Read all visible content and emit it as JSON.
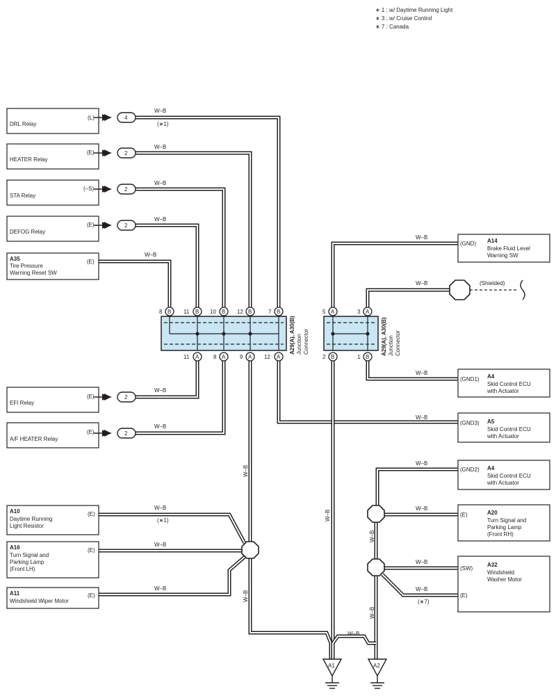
{
  "notes": [
    "∗ 1 : w/ Daytime Running Light",
    "∗ 3 : w/ Cruise Control",
    "∗ 7 : Canada"
  ],
  "wire_label": "W–B",
  "shielded_label": "(Shielded)",
  "note_refs": {
    "n1": "(∗1)",
    "n7": "(∗7)"
  },
  "left_components": [
    {
      "code": "",
      "name": "DRL Relay",
      "terminal": "(L)",
      "pin": "4"
    },
    {
      "code": "",
      "name": "HEATER Relay",
      "terminal": "(E)",
      "pin": "2"
    },
    {
      "code": "",
      "name": "STA Relay",
      "terminal": "(–S)",
      "pin": "2"
    },
    {
      "code": "",
      "name": "DEFOG Relay",
      "terminal": "(E)",
      "pin": "2"
    },
    {
      "code": "A35",
      "name": "Tire Pressure Warning Reset SW",
      "name_lines": [
        "Tire Pressure",
        "Warning Reset SW"
      ],
      "terminal": "(E)",
      "pin": ""
    },
    {
      "code": "",
      "name": "EFI Relay",
      "terminal": "(E)",
      "pin": "2"
    },
    {
      "code": "",
      "name": "A/F HEATER Relay",
      "terminal": "(E)",
      "pin": "2"
    },
    {
      "code": "A10",
      "name_lines": [
        "Daytime Running",
        "Light Resistor"
      ],
      "terminal": "(E)"
    },
    {
      "code": "A16",
      "name_lines": [
        "Turn Signal and",
        "Parking Lamp",
        "(Front LH)"
      ],
      "terminal": "(E)"
    },
    {
      "code": "A11",
      "name_lines": [
        "Windshield Wiper Motor"
      ],
      "terminal": "(E)"
    }
  ],
  "right_components": [
    {
      "code": "A14",
      "name_lines": [
        "Brake Fluid Level",
        "Warning SW"
      ],
      "terminal": "(GND)"
    },
    {
      "code": "A4",
      "name_lines": [
        "Skid Control ECU",
        "with Actuator"
      ],
      "terminal": "(GND1)"
    },
    {
      "code": "A5",
      "name_lines": [
        "Skid Control ECU",
        "with Actuator"
      ],
      "terminal": "(GND3)"
    },
    {
      "code": "A4",
      "name_lines": [
        "Skid Control ECU",
        "with Actuator"
      ],
      "terminal": "(GND2)"
    },
    {
      "code": "A20",
      "name_lines": [
        "Turn Signal and",
        "Parking Lamp",
        "(Front RH)"
      ],
      "terminal": "(E)"
    },
    {
      "code": "A32",
      "name_lines": [
        "Windshield",
        "Washer Motor"
      ],
      "terminals": [
        "(SW)",
        "(E)"
      ]
    }
  ],
  "junction_left": {
    "caption": "A29(A), A30(B)",
    "sub": [
      "Junction",
      "Connector"
    ],
    "top_pins": [
      {
        "num": "8",
        "letter": "B"
      },
      {
        "num": "11",
        "letter": "B"
      },
      {
        "num": "10",
        "letter": "B"
      },
      {
        "num": "12",
        "letter": "B"
      },
      {
        "num": "7",
        "letter": "B"
      }
    ],
    "bottom_pins": [
      {
        "num": "11",
        "letter": "A"
      },
      {
        "num": "8",
        "letter": "A"
      },
      {
        "num": "9",
        "letter": "A"
      },
      {
        "num": "12",
        "letter": "A"
      }
    ]
  },
  "junction_right": {
    "caption": "A29(A), A30(B)",
    "sub": [
      "Junction",
      "Connector"
    ],
    "top_pins": [
      {
        "num": "5",
        "letter": "A"
      },
      {
        "num": "3",
        "letter": "A"
      }
    ],
    "bottom_pins": [
      {
        "num": "2",
        "letter": "B"
      },
      {
        "num": "1",
        "letter": "B"
      }
    ]
  },
  "grounds": [
    "A1",
    "A2"
  ]
}
